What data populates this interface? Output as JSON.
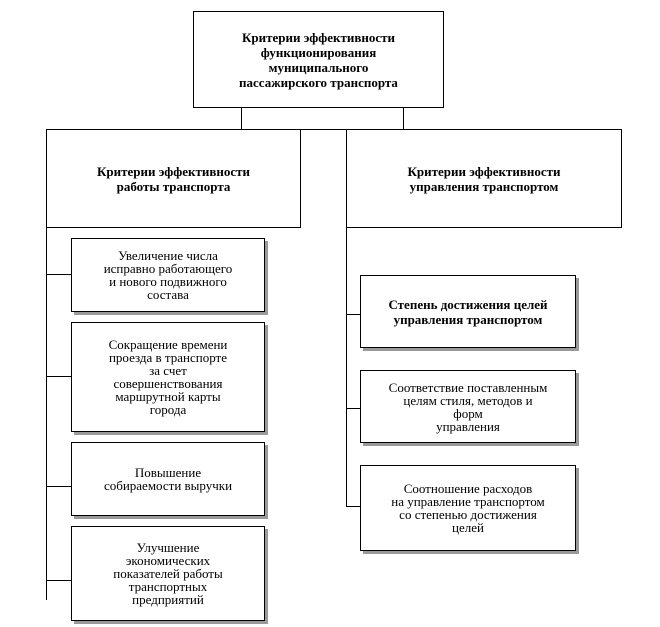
{
  "root": {
    "line1": "Критерии эффективности",
    "line2": "функционирования",
    "line3": "муниципального",
    "line4": "пассажирского транспорта"
  },
  "left_header": {
    "line1": "Критерии эффективности",
    "line2": "работы транспорта"
  },
  "right_header": {
    "line1": "Критерии эффективности",
    "line2": "управления транспортом"
  },
  "left_items": [
    {
      "lines": [
        "Увеличение числа",
        "исправно работающего",
        "и нового подвижного",
        "состава"
      ]
    },
    {
      "lines": [
        "Сокращение времени",
        "проезда в транспорте",
        "за счет",
        "совершенствования",
        "маршрутной карты",
        "города"
      ]
    },
    {
      "lines": [
        "Повышение",
        "собираемости выручки"
      ]
    },
    {
      "lines": [
        "Улучшение",
        "экономических",
        "показателей работы",
        "транспортных",
        "предприятий"
      ]
    }
  ],
  "right_items": [
    {
      "lines": [
        "Степень достижения целей",
        "управления транспортом"
      ]
    },
    {
      "lines": [
        "Соответствие поставленным",
        "целям стиля, методов и",
        "форм",
        "управления"
      ]
    },
    {
      "lines": [
        "Соотношение расходов",
        "на управление транспортом",
        "со степенью достижения",
        "целей"
      ]
    }
  ]
}
